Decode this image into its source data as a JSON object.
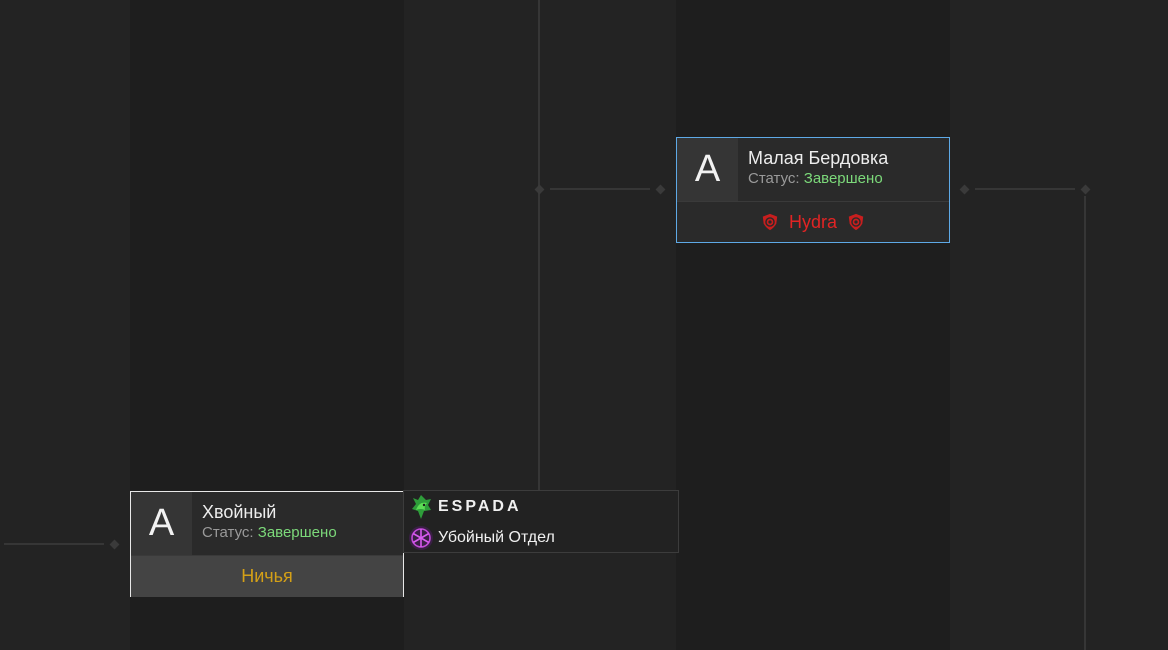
{
  "colors": {
    "status_done": "#7cd97a",
    "hydra": "#e02424",
    "draw": "#d4a017",
    "selected_border": "#5ea9e6"
  },
  "matches": [
    {
      "letter": "A",
      "name": "Малая Бердовка",
      "status_label": "Статус:",
      "status_value": "Завершено",
      "result": "Hydra",
      "result_icon": "hydra-shield-icon"
    },
    {
      "letter": "A",
      "name": "Хвойный",
      "status_label": "Статус:",
      "status_value": "Завершено",
      "result": "Ничья"
    }
  ],
  "teams": [
    {
      "name": "ESPADA",
      "icon": "espada-logo-icon"
    },
    {
      "name": "Убойный Отдел",
      "icon": "snowflake-logo-icon"
    }
  ]
}
